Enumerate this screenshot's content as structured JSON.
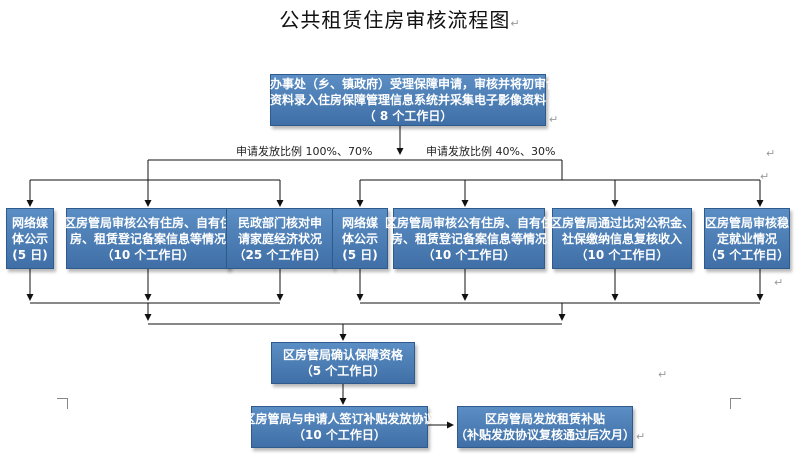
{
  "title": "公共租赁住房审核流程图",
  "title_mark": "↵",
  "top": {
    "line1": "街道办事处（乡、镇政府）受理保障申请，审核并将初审合格",
    "line2": "资料录入住房保障管理信息系统并采集电子影像资料",
    "line3": "（ 8 个工作日）"
  },
  "branch_left": "申请发放比例 100%、70%",
  "branch_right": "申请发放比例 40%、30%",
  "left_group": [
    {
      "l1": "网络媒",
      "l2": "体公示",
      "l3": "(5 日)"
    },
    {
      "l1": "区房管局审核公有住房、自有住",
      "l2": "房、租赁登记备案信息等情况",
      "l3": "（10 个工作日）"
    },
    {
      "l1": "民政部门核对申",
      "l2": "请家庭经济状况",
      "l3": "（25 个工作日）"
    }
  ],
  "right_group": [
    {
      "l1": "网络媒",
      "l2": "体公示",
      "l3": "(5 日)"
    },
    {
      "l1": "区房管局审核公有住房、自有住",
      "l2": "房、租赁登记备案信息等情况",
      "l3": "（10 个工作日）"
    },
    {
      "l1": "区房管局通过比对公积金、",
      "l2": "社保缴纳信息复核收入",
      "l3": "（10 个工作日）"
    },
    {
      "l1": "区房管局审核稳",
      "l2": "定就业情况",
      "l3": "（5 个工作日）"
    }
  ],
  "confirm": {
    "l1": "区房管局确认保障资格",
    "l2": "（5 个工作日）"
  },
  "sign": {
    "l1": "区房管局与申请人签订补贴发放协议",
    "l2": "（10 个工作日）"
  },
  "issue": {
    "l1": "区房管局发放租赁补贴",
    "l2": "（补贴发放协议复核通过后次月）"
  },
  "paragraph_mark": "↵"
}
